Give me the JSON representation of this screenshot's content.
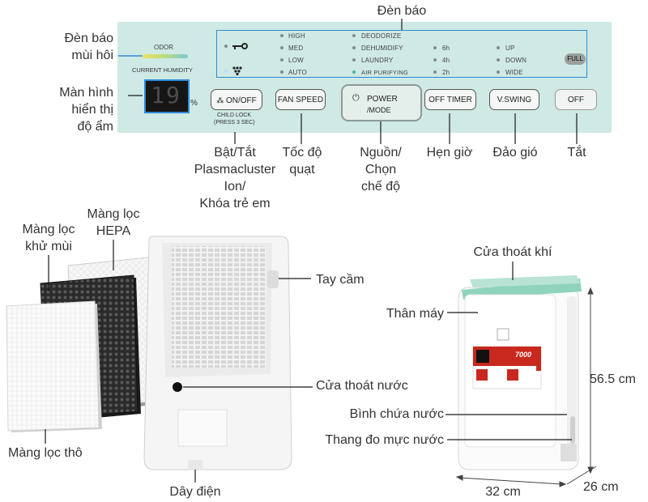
{
  "callouts": {
    "indicator_lights": "Đèn báo",
    "odor_indicator": [
      "Đèn báo",
      "mùi hôi"
    ],
    "humidity_display": [
      "Màn hình",
      "hiển thị",
      "độ ẩm"
    ],
    "plasmacluster": [
      "Bật/Tắt",
      "Plasmacluster",
      "Ion/",
      "Khóa trẻ em"
    ],
    "fan_speed": [
      "Tốc độ",
      "quạt"
    ],
    "power_mode": [
      "Nguồn/",
      "Chọn",
      "chế độ"
    ],
    "timer": "Hẹn giờ",
    "swing": "Đảo gió",
    "off": "Tắt",
    "deodorize_filter": [
      "Màng lọc",
      "khử mùi"
    ],
    "hepa_filter": [
      "Màng lọc",
      "HEPA"
    ],
    "pre_filter": "Màng lọc thô",
    "handle": "Tay cầm",
    "water_outlet": "Cửa thoát nước",
    "power_cord": "Dây điện",
    "air_outlet": "Cửa thoát khí",
    "body": "Thân máy",
    "water_tank": "Bình chứa nước",
    "water_gauge": "Thang đo mực nước",
    "height": "56.5 cm",
    "width": "32 cm",
    "depth": "26 cm"
  },
  "panel": {
    "odor_label": "ODOR",
    "humidity_label": "CURRENT HUMIDITY",
    "humidity_value": "19",
    "percent": "%",
    "indicators_col1": [
      "HIGH",
      "MED",
      "LOW",
      "AUTO"
    ],
    "indicators_col2": [
      "DEODORIZE",
      "DEHUMIDIFY",
      "LAUNDRY",
      "AIR PURIFYING"
    ],
    "indicators_col3": [
      "6h",
      "4h",
      "2h"
    ],
    "indicators_col4": [
      "UP",
      "DOWN",
      "WIDE"
    ],
    "full": "FULL",
    "btn_onoff": "ON/OFF",
    "child_lock": [
      "CHILD LOCK",
      "(PRESS 3 SEC)"
    ],
    "btn_fan": "FAN SPEED",
    "btn_power": "POWER",
    "btn_mode": "/MODE",
    "btn_timer": "OFF TIMER",
    "btn_swing": "V.SWING",
    "btn_off": "OFF"
  },
  "product_label": {
    "badge": "7000"
  },
  "colors": {
    "panel_bg": "#cfe9e4",
    "highlight_blue": "#2e8bd8",
    "accent_green": "#8fd3bd",
    "label_red": "#c8281e"
  }
}
